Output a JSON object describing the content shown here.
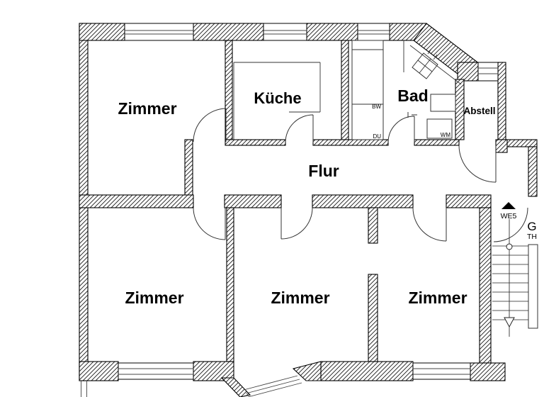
{
  "rooms": {
    "zimmer_top_left": {
      "label": "Zimmer"
    },
    "kueche": {
      "label": "Küche"
    },
    "bad": {
      "label": "Bad"
    },
    "abstell": {
      "label": "Abstell"
    },
    "flur": {
      "label": "Flur"
    },
    "zimmer_bottom_left": {
      "label": "Zimmer"
    },
    "zimmer_bottom_middle": {
      "label": "Zimmer"
    },
    "zimmer_bottom_right": {
      "label": "Zimmer"
    }
  },
  "fixtures": {
    "bathtub_label": "BW",
    "shower_label": "DU",
    "washing_machine_label": "WM"
  },
  "stairwell": {
    "apartment_marker": "WE5",
    "g_label": "G",
    "th_label": "TH"
  },
  "colors": {
    "line": "#000000",
    "background": "#ffffff"
  }
}
